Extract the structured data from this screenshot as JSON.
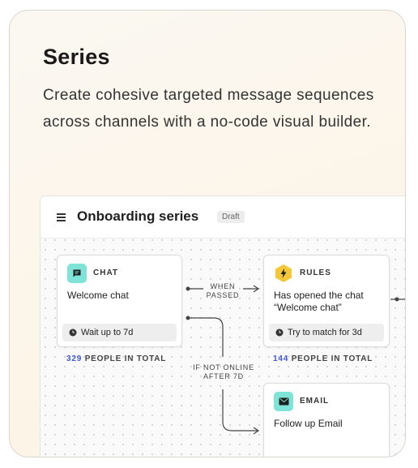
{
  "feature": {
    "title": "Series",
    "description": "Create cohesive targeted message sequences across channels with a no-code visual builder."
  },
  "builder": {
    "title": "Onboarding series",
    "status_badge": "Draft",
    "nodes": {
      "chat": {
        "type_label": "CHAT",
        "body": "Welcome chat",
        "footer": "Wait up to 7d",
        "count_number": "329",
        "count_label": "PEOPLE IN TOTAL",
        "icon": "chat-bubble-icon",
        "icon_color": "#7fe3d7"
      },
      "rules": {
        "type_label": "RULES",
        "body_line1": "Has opened the chat",
        "body_line2": "“Welcome chat”",
        "footer": "Try to match for 3d",
        "count_number": "144",
        "count_label": "PEOPLE IN TOTAL",
        "icon": "lightning-icon",
        "icon_color": "#f5c83a"
      },
      "email": {
        "type_label": "EMAIL",
        "body": "Follow up Email",
        "icon": "envelope-icon",
        "icon_color": "#7fe3d7"
      }
    },
    "edges": {
      "when_passed_line1": "WHEN",
      "when_passed_line2": "PASSED",
      "not_online_line1": "IF NOT ONLINE",
      "not_online_line2": "AFTER 7D"
    }
  },
  "colors": {
    "accent_count": "#3f58d8",
    "card_border": "#d9d6d0"
  }
}
